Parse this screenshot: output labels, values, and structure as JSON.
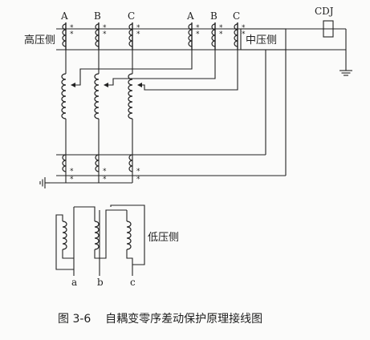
{
  "diagram": {
    "labels": {
      "hv_phase_a": "A",
      "hv_phase_b": "B",
      "hv_phase_c": "C",
      "mv_phase_a": "A",
      "mv_phase_b": "B",
      "mv_phase_c": "C",
      "relay": "CDJ",
      "high_voltage_side": "高压侧",
      "medium_voltage_side": "中压侧",
      "low_voltage_side": "低压侧",
      "lv_phase_a": "a",
      "lv_phase_b": "b",
      "lv_phase_c": "c"
    },
    "polarity_mark": "*",
    "caption": "图 3-6    自耦变零序差动保护原理接线图"
  }
}
